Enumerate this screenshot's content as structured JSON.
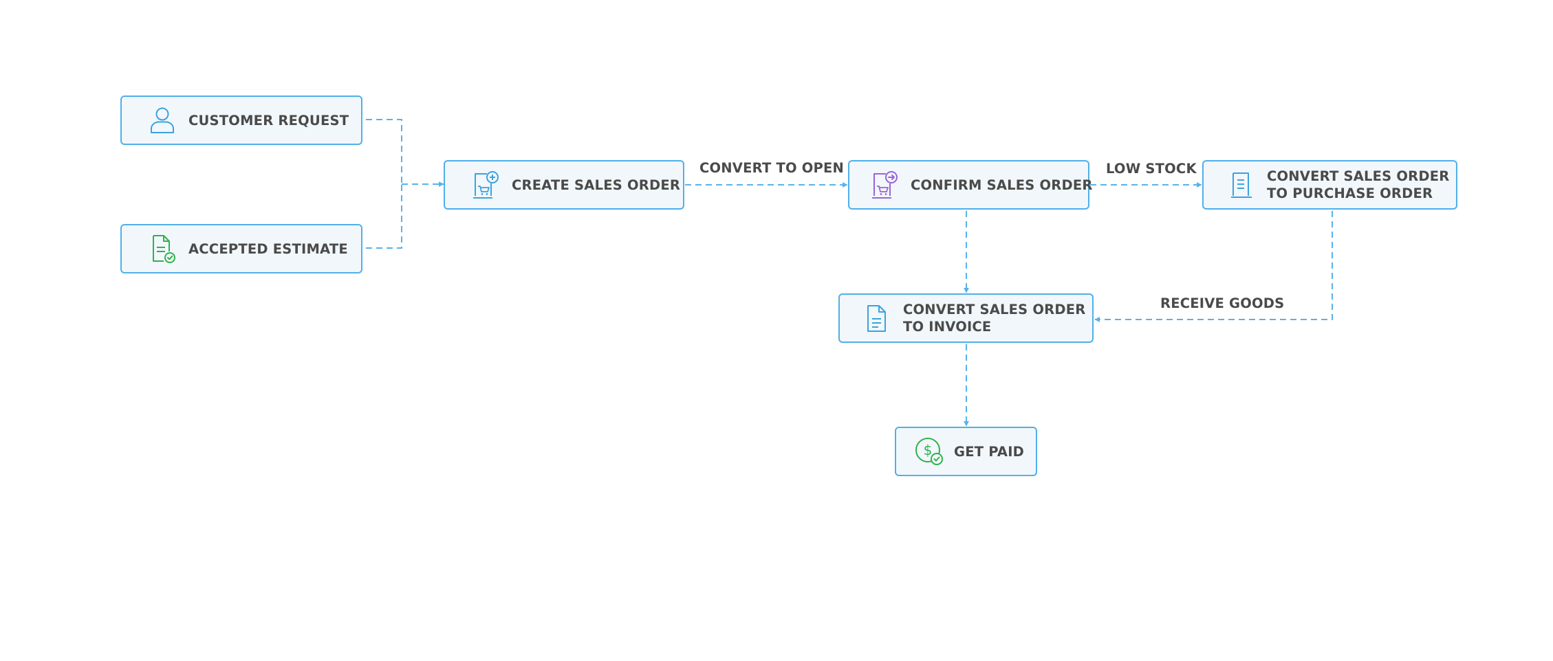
{
  "nodes": {
    "customer_request": {
      "label": "CUSTOMER REQUEST",
      "icon": "user-icon"
    },
    "accepted_estimate": {
      "label": "ACCEPTED ESTIMATE",
      "icon": "document-check-icon"
    },
    "create_sales_order": {
      "label": "CREATE SALES ORDER",
      "icon": "cart-plus-icon"
    },
    "confirm_sales_order": {
      "label": "CONFIRM SALES ORDER",
      "icon": "cart-arrow-icon"
    },
    "convert_to_purchase_order": {
      "line1": "CONVERT SALES ORDER",
      "line2": "TO PURCHASE ORDER",
      "icon": "receipt-icon"
    },
    "convert_to_invoice": {
      "line1": "CONVERT SALES ORDER",
      "line2": "TO INVOICE",
      "icon": "document-icon"
    },
    "get_paid": {
      "label": "GET PAID",
      "icon": "dollar-check-icon"
    }
  },
  "edge_labels": {
    "convert_to_open": "CONVERT TO OPEN",
    "low_stock": "LOW STOCK",
    "receive_goods": "RECEIVE GOODS"
  },
  "colors": {
    "border": "#4fb0e8",
    "fill": "#f2f7fb",
    "connector": "#56b3ea",
    "text": "#4a4a4a",
    "icon_blue": "#3aa2e0",
    "icon_green": "#2eb24a",
    "icon_purple": "#9b63d9"
  }
}
